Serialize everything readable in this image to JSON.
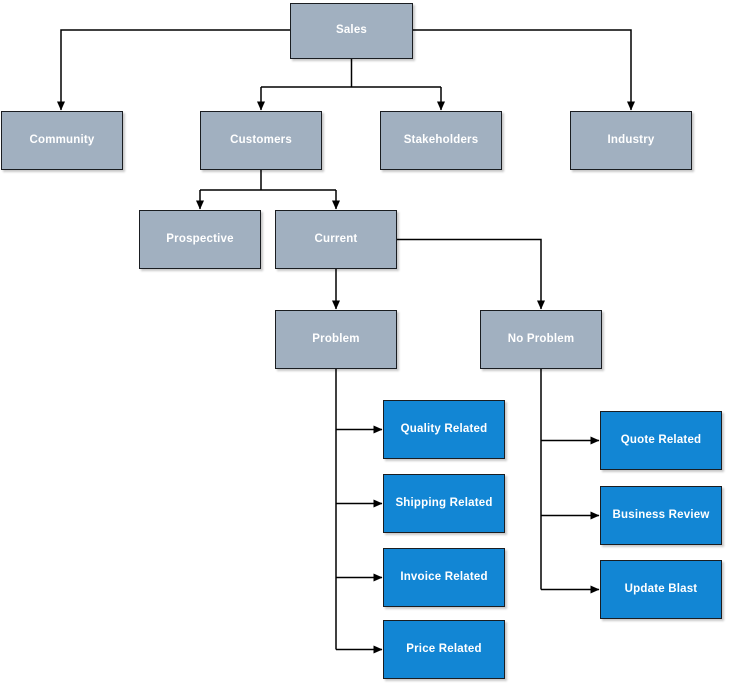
{
  "colors": {
    "canvas_bg": "#ffffff",
    "gray_fill": "#A1B0C0",
    "blue_fill": "#1286D4",
    "node_border": "#1A1D21",
    "node_text": "#FFFFFF",
    "connector": "#000000"
  },
  "diagram": {
    "type": "flowchart-tree",
    "nodes": {
      "sales": {
        "label": "Sales",
        "style": "gray"
      },
      "community": {
        "label": "Community",
        "style": "gray"
      },
      "customers": {
        "label": "Customers",
        "style": "gray"
      },
      "stakeholders": {
        "label": "Stakeholders",
        "style": "gray"
      },
      "industry": {
        "label": "Industry",
        "style": "gray"
      },
      "prospective": {
        "label": "Prospective",
        "style": "gray"
      },
      "current": {
        "label": "Current",
        "style": "gray"
      },
      "problem": {
        "label": "Problem",
        "style": "gray"
      },
      "no_problem": {
        "label": "No Problem",
        "style": "gray"
      },
      "quality_related": {
        "label": "Quality Related",
        "style": "blue"
      },
      "shipping_related": {
        "label": "Shipping Related",
        "style": "blue"
      },
      "invoice_related": {
        "label": "Invoice Related",
        "style": "blue"
      },
      "price_related": {
        "label": "Price Related",
        "style": "blue"
      },
      "quote_related": {
        "label": "Quote Related",
        "style": "blue"
      },
      "business_review": {
        "label": "Business Review",
        "style": "blue"
      },
      "update_blast": {
        "label": "Update Blast",
        "style": "blue"
      }
    },
    "edges": [
      {
        "from": "Sales",
        "to": "Community"
      },
      {
        "from": "Sales",
        "to": "Customers"
      },
      {
        "from": "Sales",
        "to": "Stakeholders"
      },
      {
        "from": "Sales",
        "to": "Industry"
      },
      {
        "from": "Customers",
        "to": "Prospective"
      },
      {
        "from": "Customers",
        "to": "Current"
      },
      {
        "from": "Current",
        "to": "Problem"
      },
      {
        "from": "Current",
        "to": "No Problem"
      },
      {
        "from": "Problem",
        "to": "Quality Related"
      },
      {
        "from": "Problem",
        "to": "Shipping Related"
      },
      {
        "from": "Problem",
        "to": "Invoice Related"
      },
      {
        "from": "Problem",
        "to": "Price Related"
      },
      {
        "from": "No Problem",
        "to": "Quote Related"
      },
      {
        "from": "No Problem",
        "to": "Business Review"
      },
      {
        "from": "No Problem",
        "to": "Update Blast"
      }
    ]
  }
}
